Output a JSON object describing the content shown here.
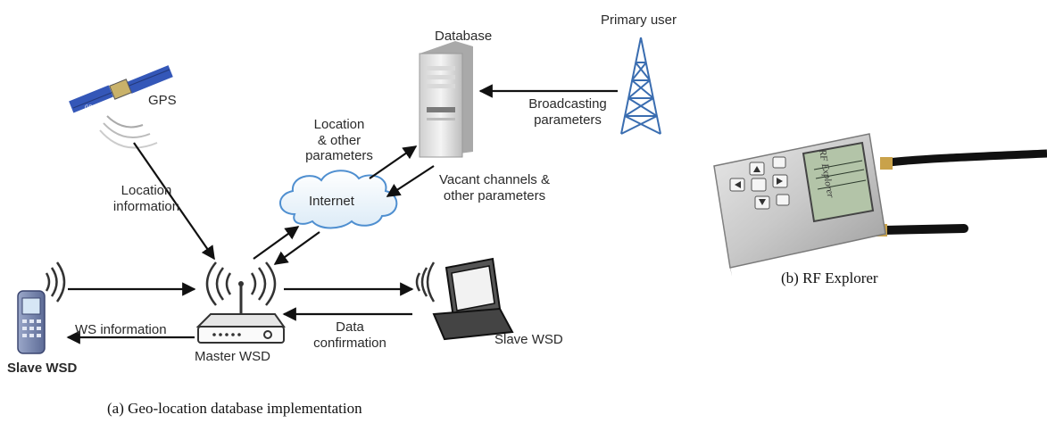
{
  "figure_a": {
    "nodes": {
      "gps": "GPS",
      "gps_sat_text": "GPS",
      "database": "Database",
      "primary_user": "Primary user",
      "internet": "Internet",
      "master_wsd": "Master WSD",
      "slave_wsd_left": "Slave WSD",
      "slave_wsd_right": "Slave WSD"
    },
    "edges": {
      "location_info_line1": "Location",
      "location_info_line2": "information",
      "loc_params_line1": "Location",
      "loc_params_line2": "& other",
      "loc_params_line3": "parameters",
      "vacant_line1": "Vacant channels &",
      "vacant_line2": "other parameters",
      "broadcast_line1": "Broadcasting",
      "broadcast_line2": "parameters",
      "ws_information": "WS information",
      "data_conf_line1": "Data",
      "data_conf_line2": "confirmation"
    },
    "caption": "(a) Geo-location database implementation"
  },
  "figure_b": {
    "device_brand": "RF Explorer",
    "caption": "(b) RF Explorer"
  }
}
